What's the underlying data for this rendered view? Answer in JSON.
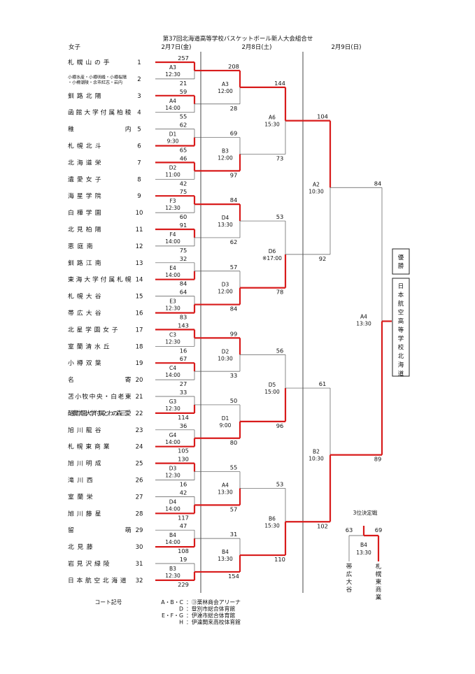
{
  "title": "第37回北海道高等学校バスケットボール新人大会組合せ",
  "section": "女子",
  "days": [
    "2月7日(金)",
    "2月8日(土)",
    "2月9日(日)"
  ],
  "teams": [
    {
      "seed": "1",
      "name": "札幌山の手"
    },
    {
      "seed": "2",
      "name": "小樽水産・小樽明峰・小樽桜陽・小樽潮陵・余市紅志・岩内"
    },
    {
      "seed": "3",
      "name": "釧路北陽"
    },
    {
      "seed": "4",
      "name": "函館大学付属柏稜"
    },
    {
      "seed": "5",
      "name": "稚内"
    },
    {
      "seed": "6",
      "name": "札幌北斗"
    },
    {
      "seed": "7",
      "name": "北海道栄"
    },
    {
      "seed": "8",
      "name": "遺愛女子"
    },
    {
      "seed": "9",
      "name": "海星学院"
    },
    {
      "seed": "10",
      "name": "白樺学園"
    },
    {
      "seed": "11",
      "name": "北見柏陽"
    },
    {
      "seed": "12",
      "name": "恵庭南"
    },
    {
      "seed": "13",
      "name": "釧路江南"
    },
    {
      "seed": "14",
      "name": "東海大学付属札幌"
    },
    {
      "seed": "15",
      "name": "札幌大谷"
    },
    {
      "seed": "16",
      "name": "帯広大谷"
    },
    {
      "seed": "17",
      "name": "北星学園女子"
    },
    {
      "seed": "18",
      "name": "室蘭清水丘"
    },
    {
      "seed": "19",
      "name": "小樽双葉"
    },
    {
      "seed": "20",
      "name": "名寄"
    },
    {
      "seed": "21",
      "name": "苫小牧中央・白老東"
    },
    {
      "seed": "22",
      "name": "酪農学園大学付属とわの森三愛"
    },
    {
      "seed": "23",
      "name": "旭川龍谷"
    },
    {
      "seed": "24",
      "name": "札幌東商業"
    },
    {
      "seed": "25",
      "name": "旭川明成"
    },
    {
      "seed": "26",
      "name": "滝川西"
    },
    {
      "seed": "27",
      "name": "室蘭栄"
    },
    {
      "seed": "28",
      "name": "旭川藤星"
    },
    {
      "seed": "29",
      "name": "留萌"
    },
    {
      "seed": "30",
      "name": "北見藤"
    },
    {
      "seed": "31",
      "name": "岩見沢緑陵"
    },
    {
      "seed": "32",
      "name": "日本航空北海道"
    }
  ],
  "round1": [
    {
      "code": "A3",
      "time": "12:30",
      "scores": [
        "257",
        "21"
      ]
    },
    {
      "code": "A4",
      "time": "14:00",
      "scores": [
        "59",
        "55"
      ]
    },
    {
      "code": "D1",
      "time": "9:30",
      "scores": [
        "62",
        "65"
      ]
    },
    {
      "code": "D2",
      "time": "11:00",
      "scores": [
        "46",
        "42"
      ]
    },
    {
      "code": "F3",
      "time": "12:30",
      "scores": [
        "75",
        "60"
      ]
    },
    {
      "code": "F4",
      "time": "14:00",
      "scores": [
        "91",
        "75"
      ]
    },
    {
      "code": "E4",
      "time": "14:00",
      "scores": [
        "32",
        "84"
      ]
    },
    {
      "code": "E3",
      "time": "12:30",
      "scores": [
        "64",
        "83"
      ]
    },
    {
      "code": "C3",
      "time": "12:30",
      "scores": [
        "143",
        "16"
      ]
    },
    {
      "code": "C4",
      "time": "14:00",
      "scores": [
        "67",
        "27"
      ]
    },
    {
      "code": "G3",
      "time": "12:30",
      "scores": [
        "33",
        "114"
      ]
    },
    {
      "code": "G4",
      "time": "14:00",
      "scores": [
        "36",
        "105"
      ]
    },
    {
      "code": "D3",
      "time": "12:30",
      "scores": [
        "130",
        "16"
      ]
    },
    {
      "code": "D4",
      "time": "14:00",
      "scores": [
        "42",
        "117"
      ]
    },
    {
      "code": "B4",
      "time": "14:00",
      "scores": [
        "47",
        "108"
      ]
    },
    {
      "code": "B3",
      "time": "12:30",
      "scores": [
        "19",
        "229"
      ]
    }
  ],
  "round2": [
    {
      "code": "A3",
      "time": "12:00",
      "scores": [
        "208",
        "28"
      ]
    },
    {
      "code": "B3",
      "time": "12:00",
      "scores": [
        "69",
        "97"
      ]
    },
    {
      "code": "D4",
      "time": "13:30",
      "scores": [
        "84",
        "62"
      ]
    },
    {
      "code": "D3",
      "time": "12:00",
      "scores": [
        "57",
        "84"
      ]
    },
    {
      "code": "D2",
      "time": "10:30",
      "scores": [
        "99",
        "33"
      ]
    },
    {
      "code": "D1",
      "time": "9:00",
      "scores": [
        "50",
        "80"
      ]
    },
    {
      "code": "A4",
      "time": "13:30",
      "scores": [
        "55",
        "57"
      ]
    },
    {
      "code": "B4",
      "time": "13:30",
      "scores": [
        "31",
        "154"
      ]
    }
  ],
  "round3": [
    {
      "code": "A6",
      "time": "15:30",
      "scores": [
        "144",
        "73"
      ]
    },
    {
      "code": "D6",
      "time": "※17:00",
      "scores": [
        "53",
        "78"
      ]
    },
    {
      "code": "D5",
      "time": "15:00",
      "scores": [
        "56",
        "96"
      ]
    },
    {
      "code": "B6",
      "time": "15:30",
      "scores": [
        "53",
        "110"
      ]
    }
  ],
  "round4": [
    {
      "code": "A2",
      "time": "10:30",
      "scores": [
        "104",
        "92"
      ]
    },
    {
      "code": "B2",
      "time": "10:30",
      "scores": [
        "61",
        "102"
      ]
    }
  ],
  "final": {
    "code": "A4",
    "time": "13:30",
    "scores": [
      "84",
      "89"
    ]
  },
  "champion": {
    "label": "優勝",
    "name": "日本航空高等学校北海道"
  },
  "third_place": {
    "title": "3位決定戦",
    "code": "B4",
    "time": "13:30",
    "scores": [
      "63",
      "69"
    ],
    "teams": [
      "帯広大谷",
      "札幌東商業"
    ]
  },
  "court_label": "コート記号",
  "venues": [
    {
      "codes": "A・B・C",
      "name": "：㋙栗林商会アリーナ"
    },
    {
      "codes": "D",
      "name": "：登別市総合体育館"
    },
    {
      "codes": "E・F・G",
      "name": "：伊達市総合体育館"
    },
    {
      "codes": "H",
      "name": "：伊達開来高校体育館"
    }
  ],
  "colors": {
    "winner_line": "#d81b1b",
    "line": "#333333"
  }
}
